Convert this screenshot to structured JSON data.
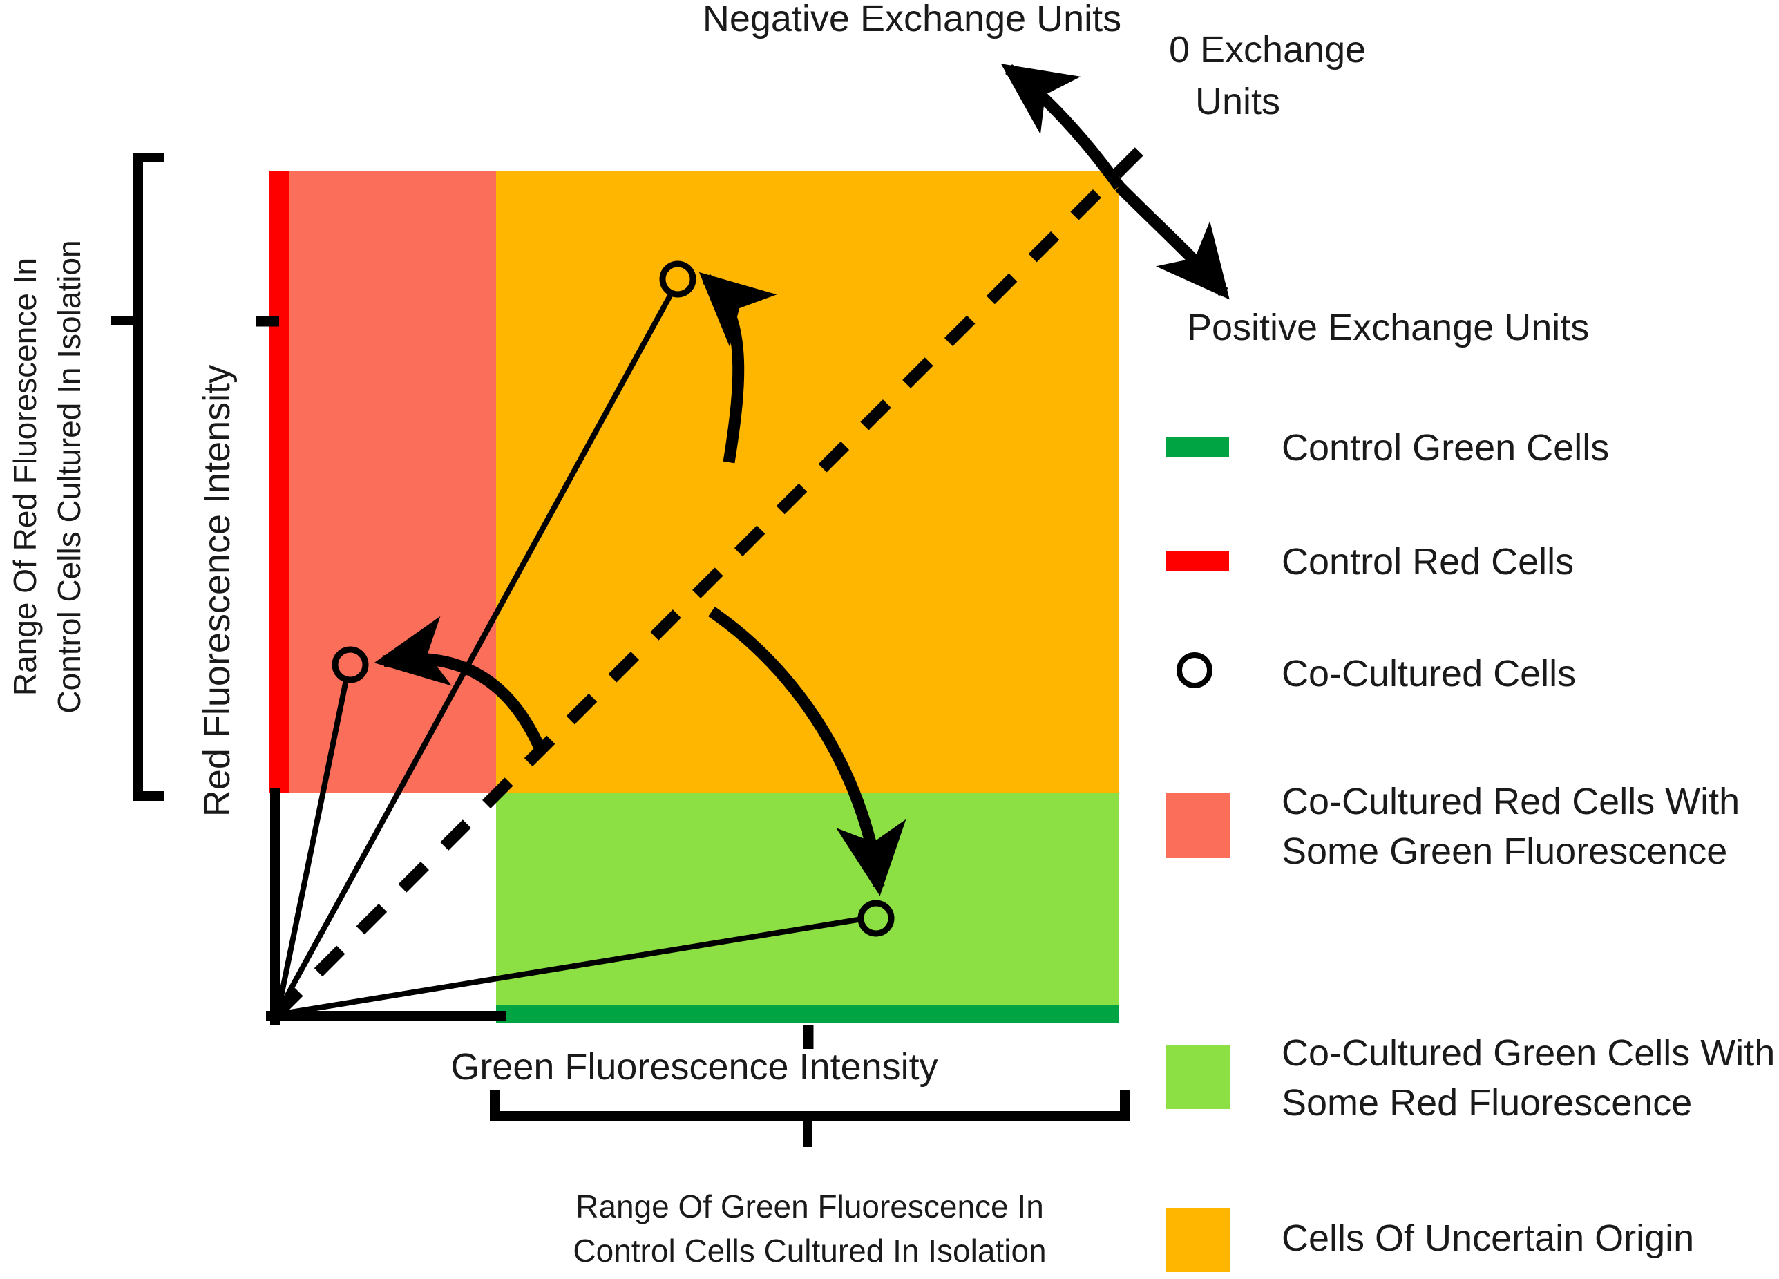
{
  "figure": {
    "title": "",
    "axes": {
      "x_label": "Green Fluorescence Intensity",
      "y_label": "Red Fluorescence Intensity",
      "x_brace_label_line1": "Range Of Green Fluorescence In",
      "x_brace_label_line2": "Control Cells Cultured In Isolation",
      "y_brace_label_line1": "Range Of Red  Fluorescence In",
      "y_brace_label_line2": "Control Cells Cultured In Isolation"
    },
    "annotations": {
      "negative": "Negative Exchange Units",
      "zero_line1": "0 Exchange",
      "zero_line2": "Units",
      "positive": "Positive Exchange Units"
    },
    "legend": [
      {
        "label": "Control Green Cells",
        "swatch": "bar",
        "color": "#00A443"
      },
      {
        "label": "Control Red Cells",
        "swatch": "bar",
        "color": "#FF0000"
      },
      {
        "label": "Co-Cultured Cells",
        "swatch": "circle",
        "color": "#000000"
      },
      {
        "label_line1": "Co-Cultured Red Cells With",
        "label_line2": "Some Green Fluorescence",
        "swatch": "square",
        "color": "#FA6E5A"
      },
      {
        "label_line1": "Co-Cultured Green Cells With",
        "label_line2": "Some Red Fluorescence",
        "swatch": "square",
        "color": "#8CE044"
      },
      {
        "label": "Cells Of Uncertain Origin",
        "swatch": "square",
        "color": "#FFB600"
      }
    ]
  },
  "chart_data": {
    "type": "scatter",
    "title": "",
    "xlabel": "Green Fluorescence Intensity",
    "ylabel": "Red Fluorescence Intensity",
    "xlim": [
      0,
      1
    ],
    "ylim": [
      0,
      1
    ],
    "grid": false,
    "legend_position": "right",
    "regions": [
      {
        "name": "Co-Cultured Red Cells With Some Green Fluorescence",
        "color": "#FA6E5A",
        "x_range": [
          0.0,
          0.262
        ],
        "y_range": [
          0.263,
          1.0
        ]
      },
      {
        "name": "Cells Of Uncertain Origin",
        "color": "#FFB600",
        "x_range": [
          0.262,
          1.0
        ],
        "y_range": [
          0.263,
          1.0
        ]
      },
      {
        "name": "Co-Cultured Green Cells With Some Red Fluorescence",
        "color": "#8CE044",
        "x_range": [
          0.262,
          1.0
        ],
        "y_range": [
          0.0,
          0.263
        ]
      }
    ],
    "reference_bars": [
      {
        "name": "Control Red Cells",
        "color": "#FF0000",
        "axis": "y",
        "from": 0.263,
        "to": 1.0
      },
      {
        "name": "Control Green Cells",
        "color": "#00A443",
        "axis": "x",
        "from": 0.262,
        "to": 1.0
      }
    ],
    "reference_line": {
      "name": "0 Exchange Units",
      "style": "dashed",
      "from": [
        0.0,
        0.0
      ],
      "to": [
        1.0,
        1.0
      ]
    },
    "points": [
      {
        "name": "Co-Cultured Cells",
        "x": 0.475,
        "y": 0.873,
        "region": "Cells Of Uncertain Origin"
      },
      {
        "name": "Co-Cultured Cells",
        "x": 0.088,
        "y": 0.415,
        "region": "Co-Cultured Red Cells With Some Green Fluorescence"
      },
      {
        "name": "Co-Cultured Cells",
        "x": 0.712,
        "y": 0.116,
        "region": "Co-Cultured Green Cells With Some Red Fluorescence"
      }
    ],
    "axis_ticks": {
      "x": [
        0.632
      ],
      "y": [
        0.82
      ]
    }
  }
}
